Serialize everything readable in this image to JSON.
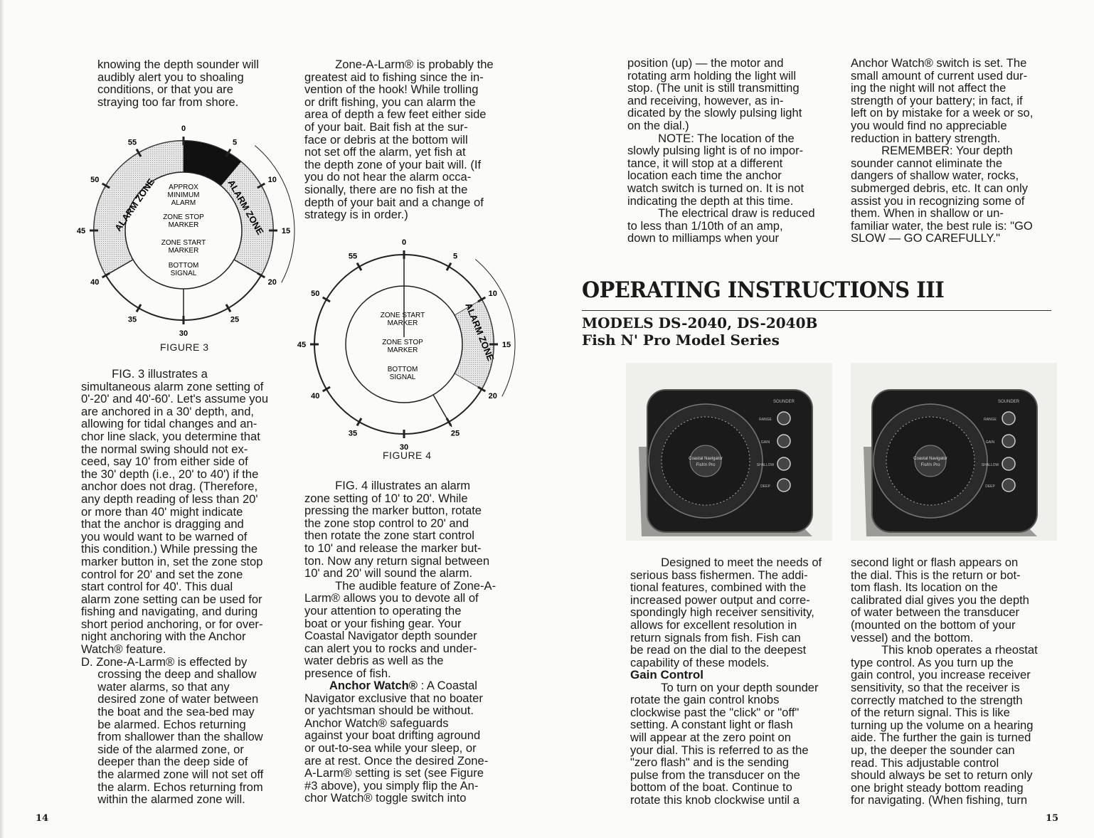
{
  "left_page": {
    "col1_top": [
      "knowing the depth sounder will",
      "audibly alert you to shoaling",
      "conditions, or that you are",
      "straying too far from shore."
    ],
    "figure3": {
      "caption": "FIGURE 3",
      "scale": [
        "0",
        "5",
        "10",
        "15",
        "20",
        "25",
        "30",
        "35",
        "40",
        "45",
        "50",
        "55"
      ],
      "band_text_left": "ALARM ZONE",
      "band_text_right": "ALARM ZONE",
      "labels": [
        "APPROX",
        "MINIMUM",
        "ALARM",
        "ZONE STOP",
        "MARKER",
        "ZONE START",
        "MARKER",
        "BOTTOM",
        "SIGNAL"
      ]
    },
    "col1_body": [
      "FIG. 3 illustrates a",
      "simultaneous alarm zone setting of",
      "0'-20' and 40'-60'. Let's assume you",
      "are anchored in a 30' depth, and,",
      "allowing for tidal changes and an-",
      "chor line slack, you determine that",
      "the normal swing should not ex-",
      "ceed, say 10' from either side of",
      "the 30' depth (i.e., 20' to 40') if the",
      "anchor does not drag. (Therefore,",
      "any depth reading of less than 20'",
      "or more than 40' might indicate",
      "that the anchor is dragging and",
      "you would want to be warned of",
      "this condition.) While pressing the",
      "marker button in, set the zone stop",
      "control for 20' and set the zone",
      "start control for 40'. This dual",
      "alarm zone setting can be used for",
      "fishing and navigating, and during",
      "short period anchoring, or for over-",
      "night anchoring with the Anchor",
      "Watch® feature.",
      "D. Zone-A-Larm® is effected by",
      "crossing the deep and shallow",
      "water alarms, so that any",
      "desired zone of water between",
      "the boat and the sea-bed may",
      "be alarmed. Echos returning",
      "from shallower than the shallow",
      "side of the alarmed zone, or",
      "deeper than the deep side of",
      "the alarmed zone will not set off",
      "the alarm. Echos returning from",
      "within the alarmed zone will."
    ],
    "col2_top": [
      "Zone-A-Larm® is probably the",
      "greatest aid to fishing since the in-",
      "vention of the hook! While trolling",
      "or drift fishing, you can alarm the",
      "area of depth a few feet either side",
      "of your bait. Bait fish at the sur-",
      "face or debris at the bottom will",
      "not set off the alarm, yet fish at",
      "the depth zone of your bait will. (If",
      "you do not hear the alarm occa-",
      "sionally, there are no fish at the",
      "depth of your bait and a change of",
      "strategy is in order.)"
    ],
    "figure4": {
      "caption": "FIGURE 4",
      "scale": [
        "0",
        "5",
        "10",
        "15",
        "20",
        "25",
        "30",
        "35",
        "40",
        "45",
        "50",
        "55"
      ],
      "band_text": "ALARM ZONE",
      "labels": [
        "ZONE START",
        "MARKER",
        "ZONE STOP",
        "MARKER",
        "BOTTOM",
        "SIGNAL"
      ]
    },
    "col2_body": [
      "FIG. 4 illustrates an alarm",
      "zone setting of 10' to 20'. While",
      "pressing the marker button, rotate",
      "the zone stop control to 20' and",
      "then rotate the zone start control",
      "to 10' and release the marker but-",
      "ton. Now any return signal between",
      "10' and 20' will sound the alarm.",
      "The audible feature of Zone-A-",
      "Larm® allows you to devote all of",
      "your attention to operating the",
      "boat or your fishing gear. Your",
      "Coastal Navigator depth sounder",
      "can alert you to rocks and under-",
      "water debris as well as the",
      "presence of fish."
    ],
    "col2_anchor_head": "Anchor Watch®",
    "col2_anchor": [
      " : A Coastal",
      "Navigator exclusive that no boater",
      "or yachtsman should be without.",
      "Anchor Watch® safeguards",
      "against your boat drifting aground",
      "or out-to-sea while your sleep, or",
      "are at rest. Once the desired Zone-",
      "A-Larm® setting is set (see Figure",
      "#3 above), you simply flip the An-",
      "chor Watch® toggle switch into"
    ],
    "page_number": "14"
  },
  "right_page": {
    "col3": [
      "position (up) — the motor and",
      "rotating arm holding the light will",
      "stop. (The unit is still transmitting",
      "and receiving, however, as in-",
      "dicated by the slowly pulsing light",
      "on the dial.)",
      "NOTE: The location of the",
      "slowly pulsing light is of no impor-",
      "tance, it will stop at a different",
      "location each time the anchor",
      "watch switch is turned on. It is not",
      "indicating the depth at this time.",
      "The electrical draw is reduced",
      "to less than 1/10th of an amp,",
      "down to milliamps when your"
    ],
    "col4": [
      "Anchor Watch® switch is set. The",
      "small amount of current used dur-",
      "ing the night will not affect the",
      "strength of your battery; in fact, if",
      "left on by mistake for a week or so,",
      "you would find no appreciable",
      "reduction in battery strength.",
      "REMEMBER: Your depth",
      "sounder cannot eliminate the",
      "dangers of shallow water, rocks,",
      "submerged debris, etc. It can only",
      "assist you in recognizing some of",
      "them. When in shallow or un-",
      "familiar water, the best rule is: \"GO",
      "SLOW — GO CAREFULLY.\""
    ],
    "section_title": "OPERATING INSTRUCTIONS III",
    "models_line": "MODELS DS-2040, DS-2040B",
    "series_line": "Fish N' Pro Model Series",
    "photo_text": {
      "dial_center": "Coastal Navigator",
      "dial_sub": "Fish'n Pro",
      "knobs": [
        "RANGE",
        "GAIN",
        "SHALLOW",
        "DEEP"
      ],
      "brand_left": "SOUNDER",
      "brand_right": "SOUNDER"
    },
    "col3_body": [
      "Designed to meet the needs of",
      "serious bass fishermen. The addi-",
      "tional features, combined with the",
      "increased power output and corre-",
      "spondingly high receiver sensitivity,",
      "allows for excellent resolution in",
      "return signals from fish. Fish can",
      "be read on the dial to the deepest",
      "capability of these models."
    ],
    "gain_heading": "Gain Control",
    "col3_gain": [
      "To turn on your depth sounder",
      "rotate the gain control knobs",
      "clockwise past the \"click\" or \"off\"",
      "setting. A constant light or flash",
      "will appear at the zero point on",
      "your dial. This is referred to as the",
      "\"zero flash\" and is the sending",
      "pulse from the transducer on the",
      "bottom of the boat. Continue to",
      "rotate this knob clockwise until a"
    ],
    "col4_body": [
      "second light or flash appears on",
      "the dial. This is the return or bot-",
      "tom flash. Its location on the",
      "calibrated dial gives you the depth",
      "of water between the transducer",
      "(mounted on the bottom of your",
      "vessel) and the bottom.",
      "This knob operates a rheostat",
      "type control. As you turn up the",
      "gain control, you increase receiver",
      "sensitivity, so that the receiver is",
      "correctly matched to the strength",
      "of the return signal. This is like",
      "turning up the volume on a hearing",
      "aide. The further the gain is turned",
      "up, the deeper the sounder can",
      "read. This adjustable control",
      "should always be set to return only",
      "one bright steady bottom reading",
      "for navigating. (When fishing, turn"
    ],
    "page_number": "15"
  }
}
